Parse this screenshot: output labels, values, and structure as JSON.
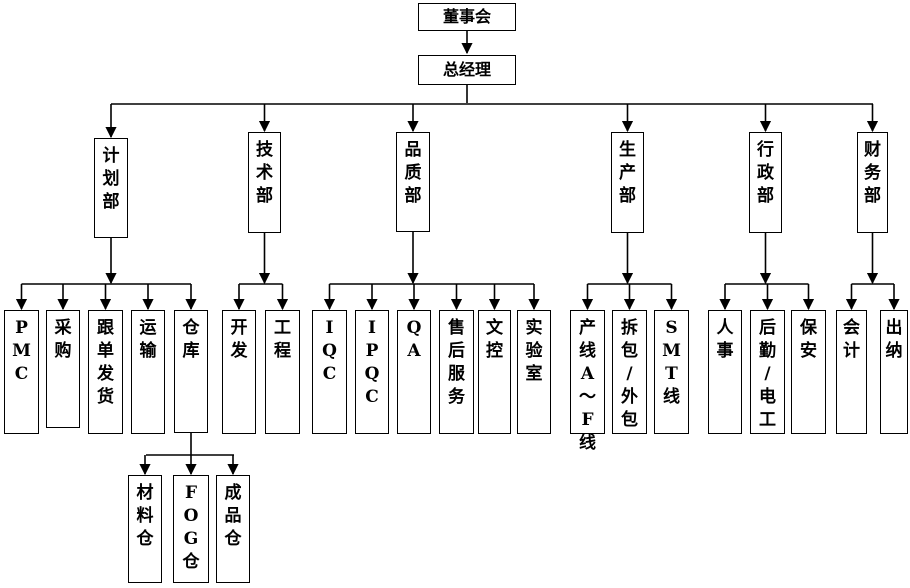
{
  "root": {
    "label": "董事会"
  },
  "gm": {
    "label": "总经理"
  },
  "departments": [
    {
      "label": "计\n划\n部",
      "subs": [
        {
          "label": "P\nM\nC"
        },
        {
          "label": "采\n购"
        },
        {
          "label": "跟\n单\n发\n货"
        },
        {
          "label": "运\n输"
        },
        {
          "label": "仓\n库",
          "subs": [
            {
              "label": "材\n料\n仓"
            },
            {
              "label": "F\nO\nG\n仓"
            },
            {
              "label": "成\n品\n仓"
            }
          ]
        }
      ]
    },
    {
      "label": "技\n术\n部",
      "subs": [
        {
          "label": "开\n发"
        },
        {
          "label": "工\n程"
        }
      ]
    },
    {
      "label": "品\n 质\n部",
      "subs": [
        {
          "label": "I\nQ\nC"
        },
        {
          "label": "I\nP\nQ\nC"
        },
        {
          "label": "Q\nA"
        },
        {
          "label": "售\n后\n服\n务"
        },
        {
          "label": "文\n控"
        },
        {
          "label": "实\n验\n室"
        }
      ]
    },
    {
      "label": "生\n产\n部",
      "subs": [
        {
          "label": "产\n线\nA\n～\nF\n线"
        },
        {
          "label": "拆\n包\n/\n外\n包"
        },
        {
          "label": "S\nM\nT\n线"
        }
      ]
    },
    {
      "label": "行\n政\n部",
      "subs": [
        {
          "label": "人\n事"
        },
        {
          "label": "后\n勤\n/\n电\n工"
        },
        {
          "label": "保\n安"
        }
      ]
    },
    {
      "label": "财\n务\n部",
      "subs": [
        {
          "label": "会\n计"
        },
        {
          "label": "出\n纳"
        }
      ]
    }
  ]
}
